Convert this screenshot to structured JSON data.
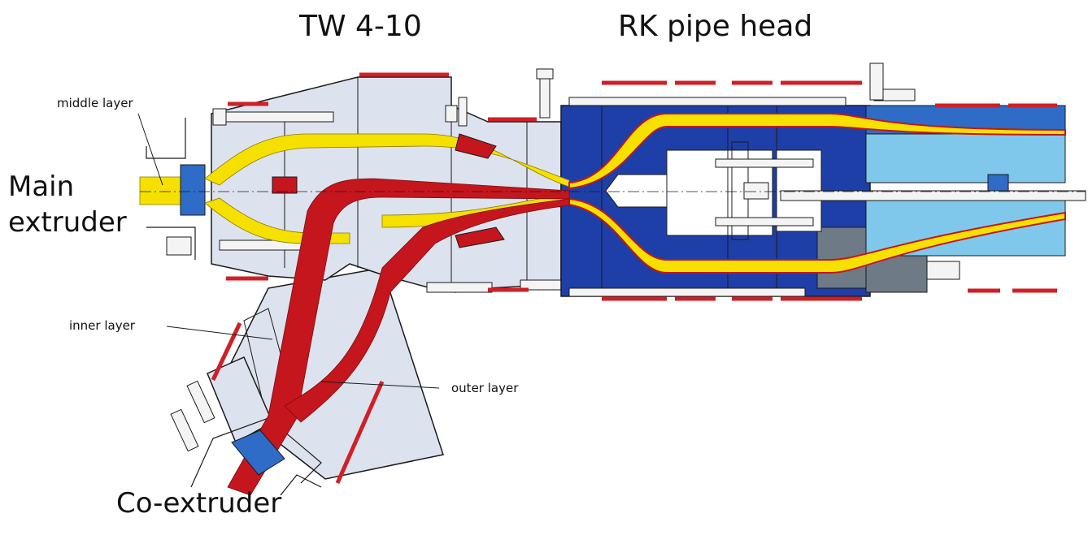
{
  "titles": {
    "left": "TW 4-10",
    "right": "RK pipe head"
  },
  "labels": {
    "main_extruder_line1": "Main",
    "main_extruder_line2": "extruder",
    "co_extruder": "Co-extruder",
    "middle_layer": "middle layer",
    "inner_layer": "inner layer",
    "outer_layer": "outer layer"
  },
  "colors": {
    "body_light": "#dde3ee",
    "body_dark": "#1f3fa8",
    "body_mid": "#2f6cc8",
    "body_cyan": "#7fc8ec",
    "middle_layer_melt": "#f5e000",
    "inner_outer_melt": "#c4161c",
    "heater_band": "#d01f26",
    "line": "#1a1a1a"
  }
}
